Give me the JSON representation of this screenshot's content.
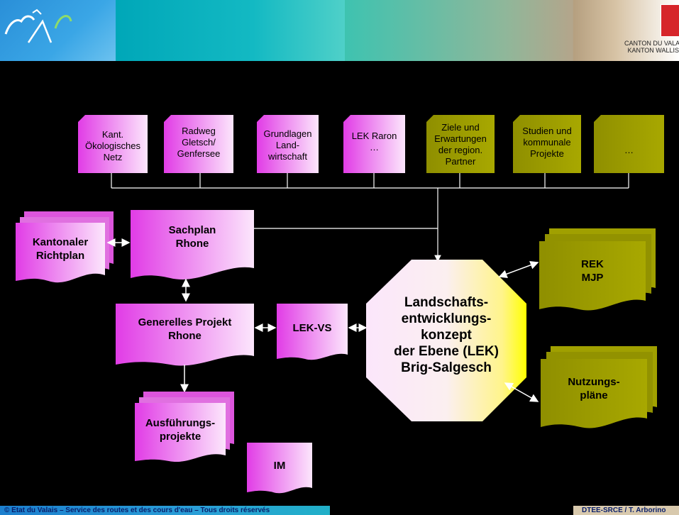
{
  "header": {
    "logo_icon": "valais-landscape-logo-icon",
    "crest_icon": "canton-valais-crest-icon",
    "canton_line1": "CANTON DU VALAIS",
    "canton_line2": "KANTON WALLIS"
  },
  "top_docs": [
    {
      "line1": "Kant.",
      "line2": "Ökologisches",
      "line3": "Netz",
      "color": "#e040e0"
    },
    {
      "line1": "Radweg",
      "line2": "Gletsch/",
      "line3": "Genfersee",
      "color": "#e040e0"
    },
    {
      "line1": "Grundlagen",
      "line2": "Land-",
      "line3": "wirtschaft",
      "color": "#e040e0"
    },
    {
      "line1": "LEK Raron",
      "line2": "…",
      "line3": "",
      "color": "#e040e0"
    },
    {
      "line1": "Ziele und",
      "line2": "Erwartungen",
      "line3": "der region.",
      "line4": "Partner",
      "color": "#9a9a00"
    },
    {
      "line1": "Studien und",
      "line2": "kommunale",
      "line3": "Projekte",
      "color": "#9a9a00"
    },
    {
      "line1": "…",
      "line2": "",
      "line3": "",
      "color": "#9a9a00"
    }
  ],
  "nodes": {
    "kantonaler_richtplan": {
      "line1": "Kantonaler",
      "line2": "Richtplan"
    },
    "sachplan_rhone": {
      "line1": "Sachplan",
      "line2": "Rhone"
    },
    "generelles_projekt": {
      "line1": "Generelles Projekt",
      "line2": "Rhone"
    },
    "lek_vs": {
      "line1": "LEK-VS"
    },
    "ausfuehrungsprojekte": {
      "line1": "Ausführungs-",
      "line2": "projekte"
    },
    "im": {
      "line1": "IM"
    },
    "lek_center": {
      "line1": "Landschafts-",
      "line2": "entwicklungs-",
      "line3": "konzept",
      "line4": "der Ebene (LEK)",
      "line5": "Brig-Salgesch"
    },
    "rek_mjp": {
      "line1": "REK",
      "line2": "MJP"
    },
    "nutzungsplaene": {
      "line1": "Nutzungs-",
      "line2": "pläne"
    }
  },
  "footer": {
    "left": "© Etat du Valais – Service des routes et des cours d'eau – Tous droits réservés",
    "right": "DTEE-SRCE / T. Arborino"
  },
  "colors": {
    "magenta": "#e040e0",
    "olive": "#9a9a00",
    "background": "#000000"
  }
}
